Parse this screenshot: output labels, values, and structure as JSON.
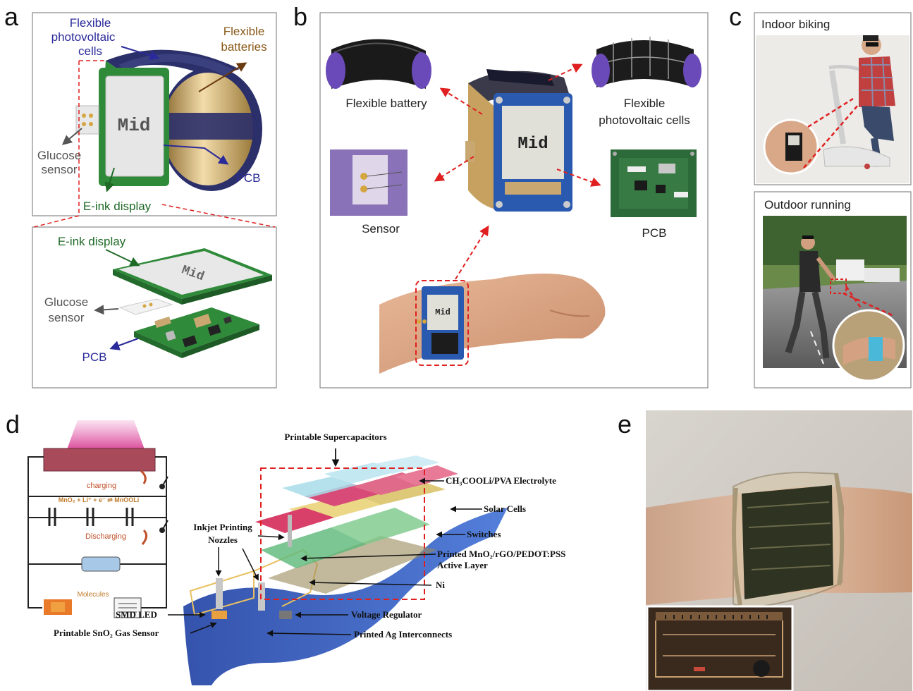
{
  "panels": {
    "a": {
      "letter": "a",
      "photovoltaic": [
        "Flexible",
        "photovoltaic",
        "cells"
      ],
      "batteries": [
        "Flexible",
        "batteries"
      ],
      "display_text": "Mid",
      "glucose": [
        "Glucose",
        "sensor"
      ],
      "pcb": "PCB",
      "eink": "E-ink display",
      "exploded_eink": "E-ink display",
      "exploded_glucose": [
        "Glucose",
        "sensor"
      ],
      "exploded_pcb": "PCB",
      "exploded_display_text": "Mid"
    },
    "b": {
      "letter": "b",
      "battery": "Flexible battery",
      "photovoltaic": [
        "Flexible",
        "photovoltaic cells"
      ],
      "sensor": "Sensor",
      "pcb": "PCB",
      "watch_text": "Mid",
      "wrist_text": "Mid"
    },
    "c": {
      "letter": "c",
      "biking": "Indoor biking",
      "running": "Outdoor running"
    },
    "d": {
      "letter": "d",
      "charging": "charging",
      "reaction": "MnO₂ + Li⁺ + e⁻ ⇌ MnOOLi",
      "discharging": "Discharging",
      "molecules": "Molecules",
      "supercap": "Printable Supercapacitors",
      "electrolyte": "CH₃COOLi/PVA Electrolyte",
      "solar": "Solar Cells",
      "switches": "Switches",
      "active": [
        "Printed MnO₂/rGO/PEDOT:PSS",
        "Active Layer"
      ],
      "ni": "Ni",
      "inkjet": [
        "Inkjet Printing",
        "Nozzles"
      ],
      "smd": "SMD LED",
      "gas": "Printable SnO₂ Gas Sensor",
      "regulator": "Voltage Regulator",
      "interconnects": "Printed Ag Interconnects"
    },
    "e": {
      "letter": "e"
    }
  },
  "colors": {
    "red_dash": "#e02020",
    "blue_text": "#2a2a9a",
    "green_text": "#1e6a26",
    "brown_text": "#8a5a1a",
    "frame": "#888888"
  }
}
